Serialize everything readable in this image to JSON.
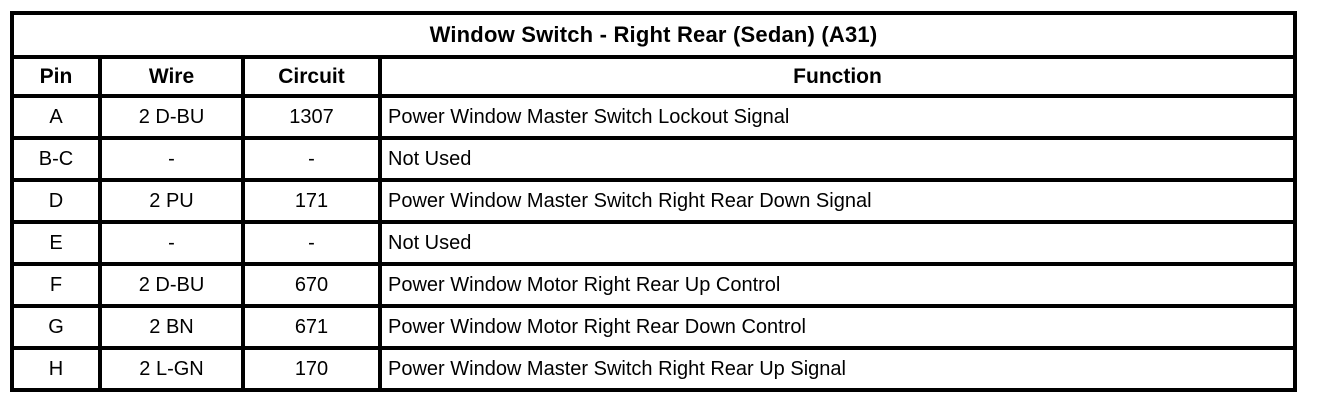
{
  "table": {
    "title": "Window Switch - Right Rear (Sedan) (A31)",
    "headers": [
      "Pin",
      "Wire",
      "Circuit",
      "Function"
    ],
    "rows": [
      {
        "pin": "A",
        "wire": "2 D-BU",
        "circuit": "1307",
        "function": "Power Window Master Switch Lockout Signal"
      },
      {
        "pin": "B-C",
        "wire": "-",
        "circuit": "-",
        "function": "Not Used"
      },
      {
        "pin": "D",
        "wire": "2 PU",
        "circuit": "171",
        "function": "Power Window Master Switch Right Rear Down Signal"
      },
      {
        "pin": "E",
        "wire": "-",
        "circuit": "-",
        "function": "Not Used"
      },
      {
        "pin": "F",
        "wire": "2 D-BU",
        "circuit": "670",
        "function": "Power Window Motor Right Rear Up Control"
      },
      {
        "pin": "G",
        "wire": "2 BN",
        "circuit": "671",
        "function": "Power Window Motor Right Rear Down Control"
      },
      {
        "pin": "H",
        "wire": "2 L-GN",
        "circuit": "170",
        "function": "Power Window Master Switch Right Rear Up Signal"
      }
    ],
    "colors": {
      "border": "#000000",
      "background": "#ffffff",
      "text": "#000000"
    }
  }
}
